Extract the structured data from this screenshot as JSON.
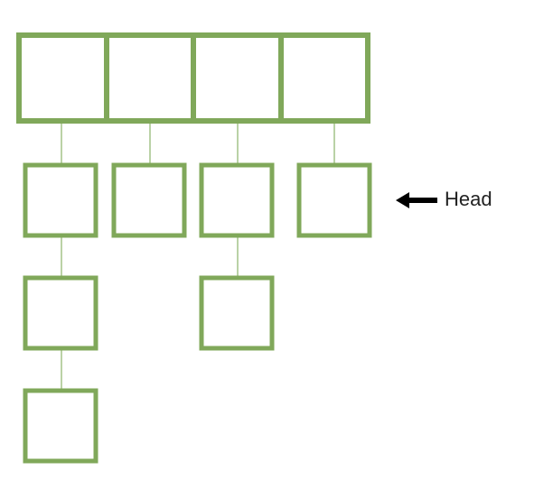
{
  "diagram": {
    "head_label": "Head",
    "head_arrow_target": "node-row1-col4",
    "columns": [
      {
        "name": "col1",
        "stack_depth": 3
      },
      {
        "name": "col2",
        "stack_depth": 1
      },
      {
        "name": "col3",
        "stack_depth": 2
      },
      {
        "name": "col4",
        "stack_depth": 1
      }
    ],
    "colors": {
      "box_stroke": "#80A85A",
      "connector": "#8DB36A",
      "arrow": "#000000",
      "text": "#222222"
    },
    "icons": {
      "head_pointer": "arrow-left-icon"
    }
  }
}
